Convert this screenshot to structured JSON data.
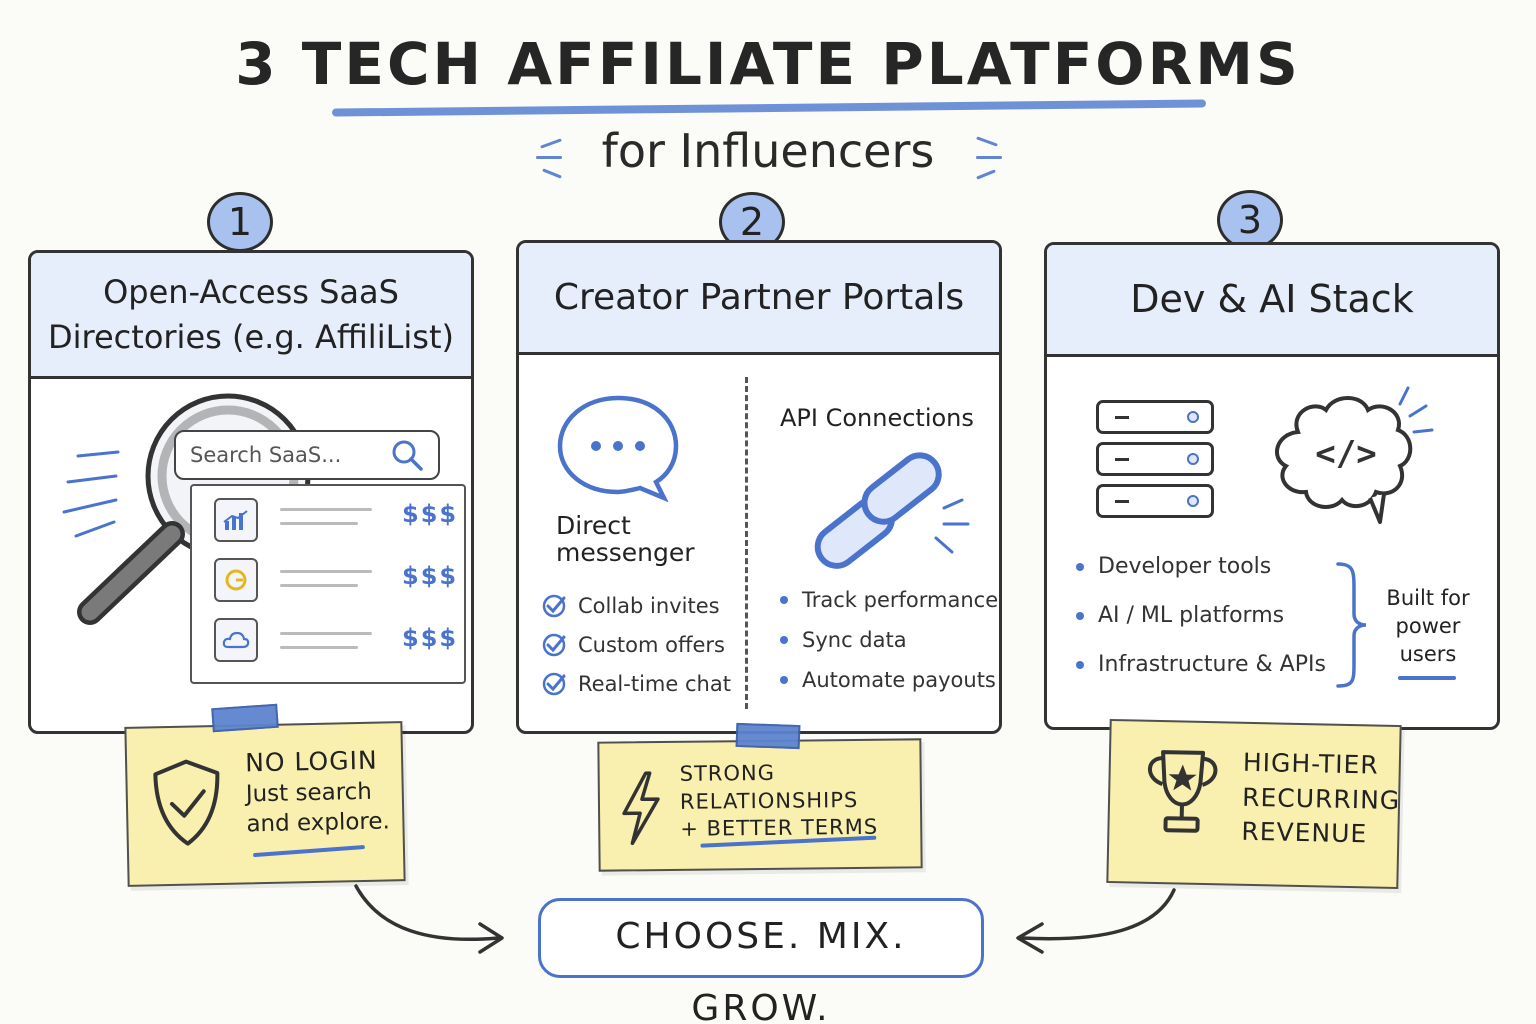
{
  "header": {
    "title": "3 Tech Affiliate Platforms",
    "subtitle": "for Influencers"
  },
  "colors": {
    "accent": "#5f86d3",
    "header_bg": "#e6edfb",
    "note": "#f9efae",
    "price": "#4a73cc"
  },
  "panels": [
    {
      "number": "1",
      "title_line1": "Open-Access SaaS",
      "title_line2": "Directories (e.g. AffiliList)",
      "search_placeholder": "Search SaaS...",
      "results": [
        {
          "icon": "chart-icon",
          "price": "$$$"
        },
        {
          "icon": "power-icon",
          "price": "$$$"
        },
        {
          "icon": "cloud-icon",
          "price": "$$$"
        }
      ],
      "note": {
        "line1": "No Login",
        "line2": "Just search",
        "line3": "and explore."
      }
    },
    {
      "number": "2",
      "title": "Creator Partner Portals",
      "left_label_line1": "Direct",
      "left_label_line2": "messenger",
      "left_items": [
        "Collab invites",
        "Custom offers",
        "Real-time chat"
      ],
      "right_label": "API Connections",
      "right_items": [
        "Track performance",
        "Sync data",
        "Automate payouts"
      ],
      "note": {
        "line1": "Strong Relationships",
        "line2": "+ Better Terms"
      }
    },
    {
      "number": "3",
      "title": "Dev & AI Stack",
      "code_glyph": "</>",
      "items": [
        "Developer tools",
        "AI / ML platforms",
        "Infrastructure & APIs"
      ],
      "brace_label_line1": "Built for",
      "brace_label_line2": "power",
      "brace_label_line3": "users",
      "note": {
        "line1": "High-Tier",
        "line2": "Recurring",
        "line3": "Revenue"
      }
    }
  ],
  "cta": "Choose. Mix. Grow."
}
